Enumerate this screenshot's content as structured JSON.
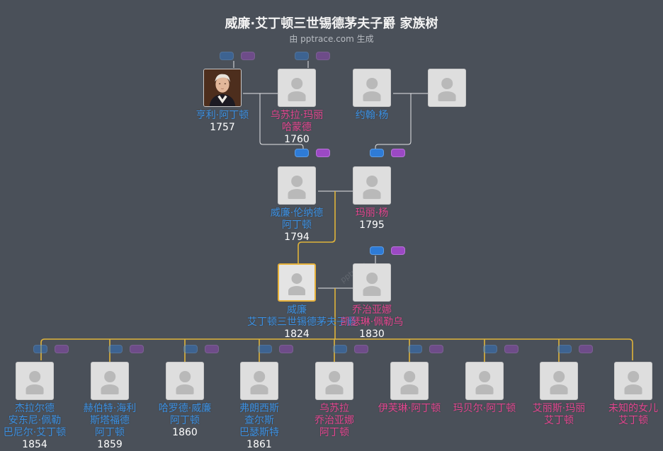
{
  "header": {
    "title": "威廉·艾丁顿三世锡德茅夫子爵 家族树",
    "subtitle": "由 pptrace.com 生成"
  },
  "watermark": "pptrace",
  "colors": {
    "background": "#4a5059",
    "male_name": "#3b8fe0",
    "female_name": "#e2458e",
    "focus_border": "#e8b23a",
    "line_child": "#e0b43a",
    "line_parent": "#ffffff"
  },
  "people": {
    "henry": {
      "name_lines": [
        "亨利·阿丁顿"
      ],
      "year": "1757",
      "gender": "m",
      "photo": true
    },
    "ursula": {
      "name_lines": [
        "乌苏拉·玛丽",
        "哈蒙德"
      ],
      "year": "1760",
      "gender": "f"
    },
    "john": {
      "name_lines": [
        "约翰·杨"
      ],
      "year": "",
      "gender": "m"
    },
    "unknown_w": {
      "name_lines": [],
      "year": "",
      "gender": "f"
    },
    "william2": {
      "name_lines": [
        "威廉·伦纳德",
        "阿丁顿"
      ],
      "year": "1794",
      "gender": "m"
    },
    "mary": {
      "name_lines": [
        "玛丽·杨"
      ],
      "year": "1795",
      "gender": "f"
    },
    "william3": {
      "name_lines": [
        "威廉",
        "艾丁顿三世锡德茅夫子爵"
      ],
      "year": "1824",
      "gender": "m",
      "focus": true
    },
    "georgiana": {
      "name_lines": [
        "乔治亚娜",
        "凯瑟琳·佩勒乌"
      ],
      "year": "1830",
      "gender": "f"
    },
    "c1": {
      "name_lines": [
        "杰拉尔德",
        "安东尼·佩勒",
        "巴尼尔·艾丁顿"
      ],
      "year": "1854",
      "gender": "m"
    },
    "c2": {
      "name_lines": [
        "赫伯特·海利",
        "斯塔福德",
        "阿丁顿"
      ],
      "year": "1859",
      "gender": "m"
    },
    "c3": {
      "name_lines": [
        "哈罗德·威廉",
        "阿丁顿"
      ],
      "year": "1860",
      "gender": "m"
    },
    "c4": {
      "name_lines": [
        "弗朗西斯",
        "查尔斯",
        "巴瑟斯特"
      ],
      "year": "1861",
      "gender": "m"
    },
    "c5": {
      "name_lines": [
        "乌苏拉",
        "乔治亚娜",
        "阿丁顿"
      ],
      "year": "",
      "gender": "f"
    },
    "c6": {
      "name_lines": [
        "伊芙琳·阿丁顿"
      ],
      "year": "",
      "gender": "f"
    },
    "c7": {
      "name_lines": [
        "玛贝尔·阿丁顿"
      ],
      "year": "",
      "gender": "f"
    },
    "c8": {
      "name_lines": [
        "艾丽斯·玛丽",
        "艾丁顿"
      ],
      "year": "",
      "gender": "f"
    },
    "c9": {
      "name_lines": [
        "未知的女儿",
        "艾丁顿"
      ],
      "year": "",
      "gender": "f"
    }
  }
}
